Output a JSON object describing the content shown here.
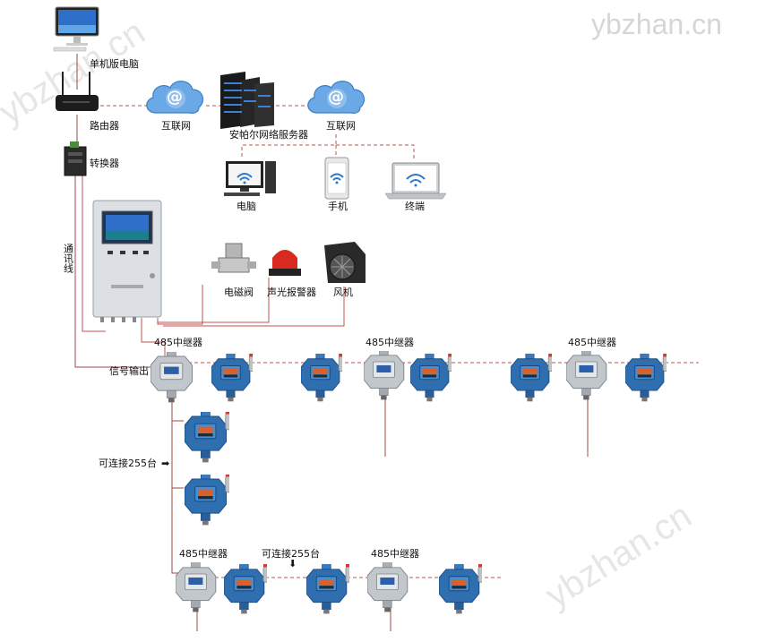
{
  "watermark": "ybzhan.cn",
  "colors": {
    "line": "#c0504d",
    "line_dark": "#9a4a48",
    "detector_blue": "#2f6fb0",
    "detector_blue_dark": "#1d4f86",
    "repeater_gray": "#b7bcc2",
    "cloud": "#6aa9e6",
    "controller_body": "#dcdfe3"
  },
  "labels": {
    "pc_standalone": "单机版电脑",
    "router": "路由器",
    "internet_1": "互联网",
    "server": "安帕尔网络服务器",
    "internet_2": "互联网",
    "converter": "转换器",
    "computer": "电脑",
    "phone": "手机",
    "terminal": "终端",
    "comm_line": "通讯线",
    "solenoid_valve": "电磁阀",
    "alarm": "声光报警器",
    "fan": "风机",
    "signal_output": "信号输出",
    "repeater_1": "485中继器",
    "repeater_2": "485中继器",
    "repeater_3": "485中继器",
    "repeater_4": "485中继器",
    "repeater_5": "485中继器",
    "connect_255_a": "可连接255台",
    "connect_255_b": "可连接255台",
    "arrow_right": "➡",
    "arrow_down": "⬇",
    "internet_at": "@"
  }
}
